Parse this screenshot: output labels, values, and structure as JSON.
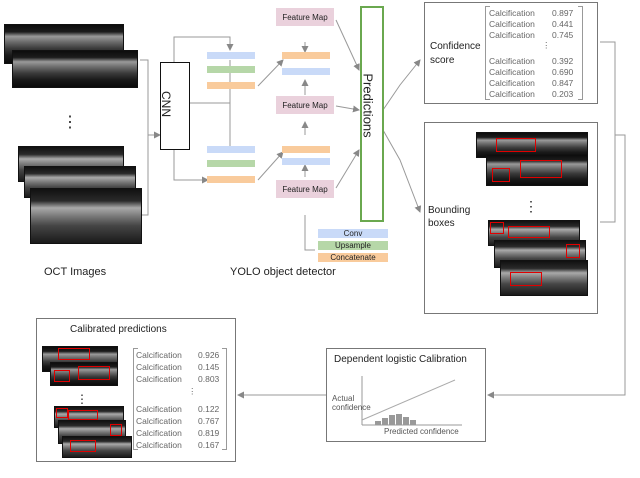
{
  "left_panel": {
    "caption": "OCT Images",
    "ellipsis": "⋮"
  },
  "detector": {
    "cnn_label": "CNN",
    "caption": "YOLO object detector",
    "feature_map_labels": [
      "Feature Map",
      "Feature Map",
      "Feature Map"
    ],
    "legend": {
      "conv": "Conv",
      "upsample": "Upsample",
      "concatenate": "Concatenate"
    }
  },
  "predictions_label": "Predictions",
  "confidence": {
    "title": "Confidence score",
    "top_rows": [
      {
        "label": "Calcification",
        "value": "0.897"
      },
      {
        "label": "Calcification",
        "value": "0.441"
      },
      {
        "label": "Calcification",
        "value": "0.745"
      }
    ],
    "ellipsis": "⋮",
    "bottom_rows": [
      {
        "label": "Calcification",
        "value": "0.392"
      },
      {
        "label": "Calcification",
        "value": "0.690"
      },
      {
        "label": "Calcification",
        "value": "0.847"
      },
      {
        "label": "Calcification",
        "value": "0.203"
      }
    ]
  },
  "bounding": {
    "title": "Bounding boxes",
    "ellipsis": "⋮"
  },
  "calibration": {
    "title": "Dependent logistic Calibration",
    "ylabel": "Actual confidence",
    "xlabel": "Predicted confidence"
  },
  "calibrated": {
    "title": "Calibrated predictions",
    "ellipsis": "⋮",
    "top_rows": [
      {
        "label": "Calcification",
        "value": "0.926"
      },
      {
        "label": "Calcification",
        "value": "0.145"
      },
      {
        "label": "Calcification",
        "value": "0.803"
      }
    ],
    "row_ellipsis": "⋮",
    "bottom_rows": [
      {
        "label": "Calcification",
        "value": "0.122"
      },
      {
        "label": "Calcification",
        "value": "0.767"
      },
      {
        "label": "Calcification",
        "value": "0.819"
      },
      {
        "label": "Calcification",
        "value": "0.167"
      }
    ]
  },
  "colors": {
    "predictions_border": "#6aa84f",
    "box_red": "#e00000",
    "arrow": "#888888"
  }
}
